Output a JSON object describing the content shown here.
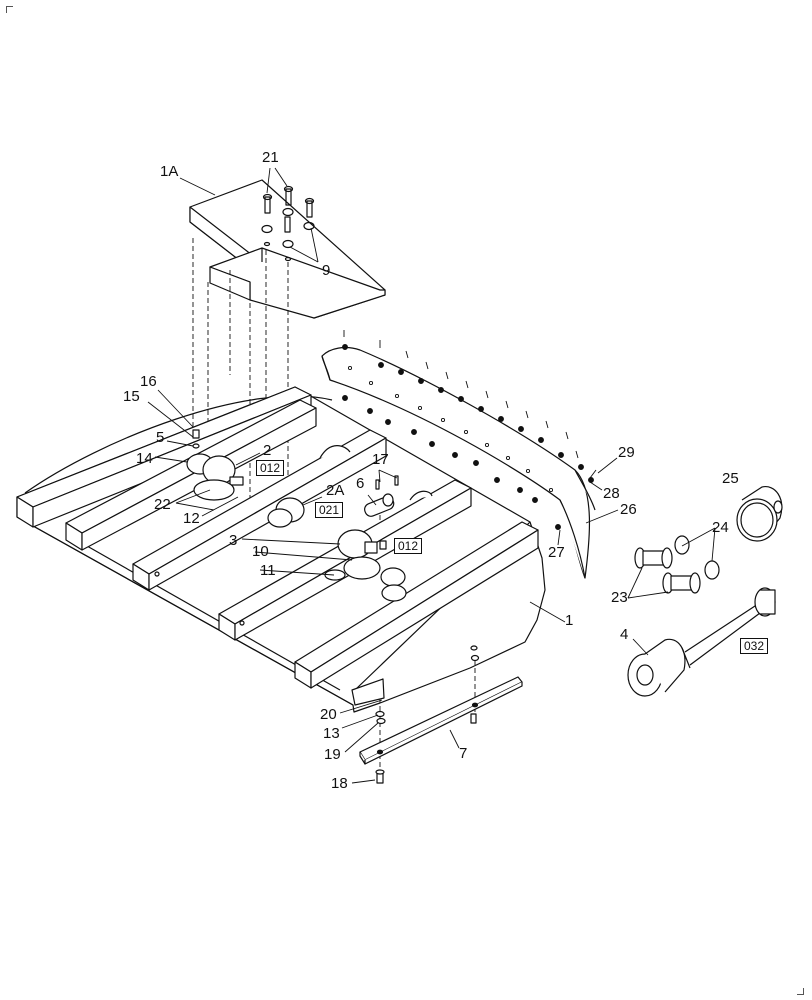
{
  "parts": {
    "p1A": "1A",
    "p21": "21",
    "p9": "9",
    "p16": "16",
    "p15": "15",
    "p5": "5",
    "p14": "14",
    "p2": "2",
    "p22": "22",
    "p12": "12",
    "p2A": "2A",
    "p3": "3",
    "p10": "10",
    "p11": "11",
    "p17": "17",
    "p6": "6",
    "p29": "29",
    "p28": "28",
    "p26": "26",
    "p27": "27",
    "p25": "25",
    "p24": "24",
    "p23": "23",
    "p4": "4",
    "p1": "1",
    "p20": "20",
    "p13": "13",
    "p19": "19",
    "p7": "7",
    "p18": "18"
  },
  "refs": {
    "r012a": "012",
    "r021": "021",
    "r012b": "012",
    "r032": "032"
  }
}
